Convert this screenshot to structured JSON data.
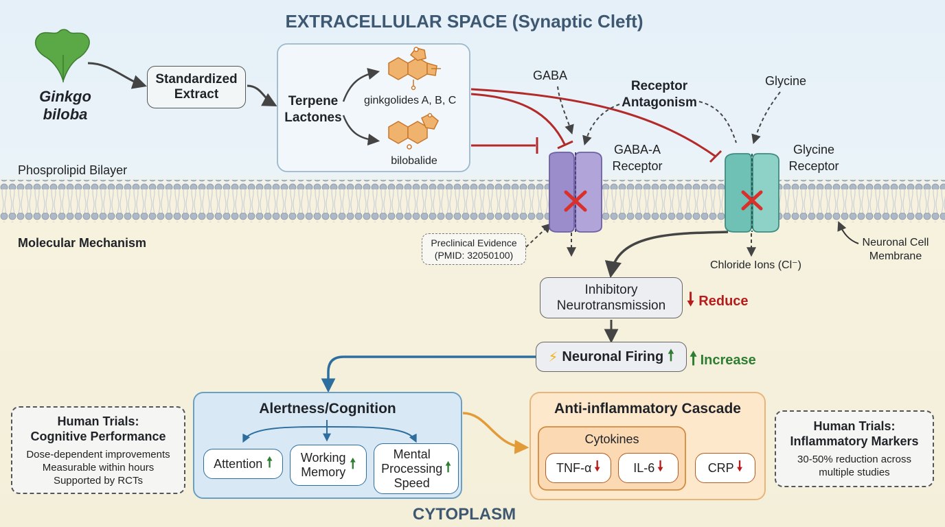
{
  "header": {
    "title": "EXTRACELLULAR SPACE (Synaptic Cleft)"
  },
  "footer": {
    "title": "CYTOPLASM"
  },
  "source": {
    "name_line1": "Ginkgo",
    "name_line2": "biloba"
  },
  "extract": {
    "line1": "Standardized",
    "line2": "Extract"
  },
  "terpene": {
    "title_line1": "Terpene",
    "title_line2": "Lactones",
    "compound1": "ginkgolides A, B, C",
    "compound2": "bilobalide"
  },
  "membrane": {
    "label_left": "Phosprolipid Bilayer",
    "label_right_line1": "Neuronal Cell",
    "label_right_line2": "Membrane"
  },
  "section": {
    "mechanism": "Molecular Mechanism"
  },
  "ligands": {
    "gaba": "GABA",
    "glycine": "Glycine"
  },
  "antagonism": {
    "line1": "Receptor",
    "line2": "Antagonism"
  },
  "receptors": {
    "gaba_a_line1": "GABA-A",
    "gaba_a_line2": "Receptor",
    "glycine_line1": "Glycine",
    "glycine_line2": "Receptor",
    "chloride": "Chloride Ions (Cl⁻)"
  },
  "evidence": {
    "line1": "Preclinical Evidence",
    "line2": "(PMID: 32050100)"
  },
  "inhibitory": {
    "line1": "Inhibitory",
    "line2": "Neurotransmission",
    "effect": "Reduce"
  },
  "firing": {
    "label": "Neuronal Firing",
    "effect": "Increase"
  },
  "alertness": {
    "title": "Alertness/Cognition",
    "items": [
      {
        "line1": "Attention",
        "line2": "",
        "line3": ""
      },
      {
        "line1": "Working",
        "line2": "Memory",
        "line3": ""
      },
      {
        "line1": "Mental",
        "line2": "Processing",
        "line3": "Speed"
      }
    ]
  },
  "inflammation": {
    "title": "Anti-inflammatory Cascade",
    "cytokines_title": "Cytokines",
    "markers": [
      "TNF-α",
      "IL-6",
      "CRP"
    ]
  },
  "trials_cognitive": {
    "title_line1": "Human Trials:",
    "title_line2": "Cognitive Performance",
    "line1": "Dose-dependent improvements",
    "line2": "Measurable within hours",
    "line3": "Supported by RCTs"
  },
  "trials_inflammatory": {
    "title_line1": "Human Trials:",
    "title_line2": "Inflammatory Markers",
    "line1": "30-50% reduction across",
    "line2": "multiple studies"
  },
  "colors": {
    "title_blue": "#3e5872",
    "inhibit_red": "#b32a2a",
    "increase_green": "#2e7d32",
    "gaba_receptor": "#9b8ccb",
    "glycine_receptor": "#6fc1b5",
    "compound_orange": "#f0b36e",
    "flow_blue": "#2d6e9e",
    "flow_orange": "#e39b3a",
    "leaf_green": "#5aa846"
  }
}
